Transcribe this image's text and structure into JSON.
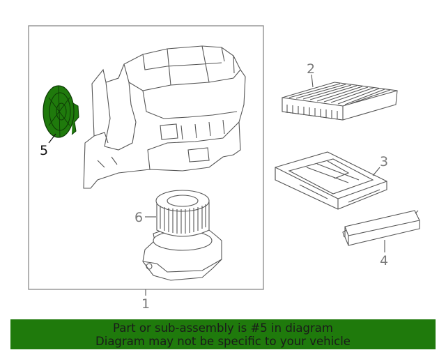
{
  "colors": {
    "highlight": "#1f7a0c",
    "banner_bg": "#1f7a0c",
    "line": "#555555"
  },
  "callouts": [
    "1",
    "2",
    "3",
    "4",
    "5",
    "6"
  ],
  "highlighted_callout": "5",
  "banner": {
    "line1": "Part or sub-assembly is #5 in diagram",
    "line2": "Diagram may not be specific to your vehicle"
  }
}
